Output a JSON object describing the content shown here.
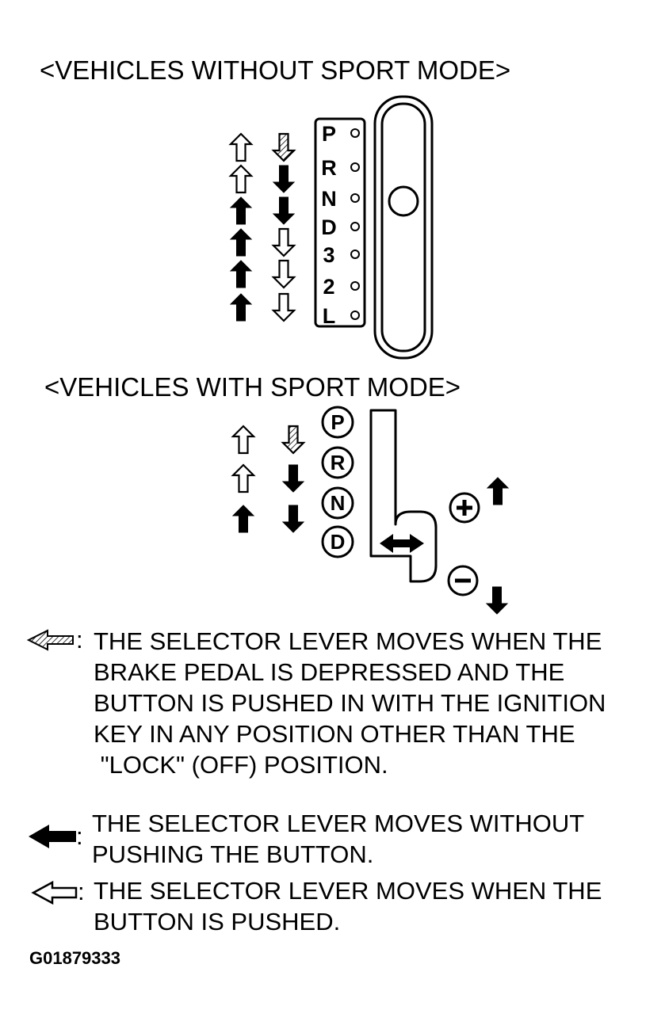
{
  "section_without": {
    "heading": "<VEHICLES WITHOUT SPORT MODE>",
    "gates": [
      "P",
      "R",
      "N",
      "D",
      "3",
      "2",
      "L"
    ],
    "up_arrows": [
      "outline",
      "outline",
      "solid",
      "solid",
      "solid",
      "solid"
    ],
    "down_arrows": [
      "hatched",
      "solid",
      "solid",
      "outline",
      "outline",
      "outline"
    ]
  },
  "section_with": {
    "heading": "<VEHICLES WITH SPORT MODE>",
    "gates": [
      "P",
      "R",
      "N",
      "D"
    ],
    "up_arrows": [
      "outline",
      "outline",
      "solid"
    ],
    "down_arrows": [
      "hatched",
      "solid",
      "solid"
    ],
    "plus_symbol": "+",
    "minus_symbol": "−"
  },
  "legend": {
    "hatched": {
      "lines": [
        "THE SELECTOR LEVER MOVES WHEN THE",
        "BRAKE PEDAL IS DEPRESSED AND THE",
        "BUTTON IS PUSHED IN WITH THE IGNITION",
        "KEY IN ANY POSITION OTHER THAN THE",
        " \"LOCK\" (OFF) POSITION."
      ]
    },
    "solid": {
      "lines": [
        "THE SELECTOR LEVER MOVES WITHOUT",
        "PUSHING THE BUTTON."
      ]
    },
    "outline": {
      "lines": [
        "THE SELECTOR LEVER MOVES WHEN THE",
        "BUTTON IS PUSHED."
      ]
    },
    "colon": ":"
  },
  "figure_code": "G01879333"
}
